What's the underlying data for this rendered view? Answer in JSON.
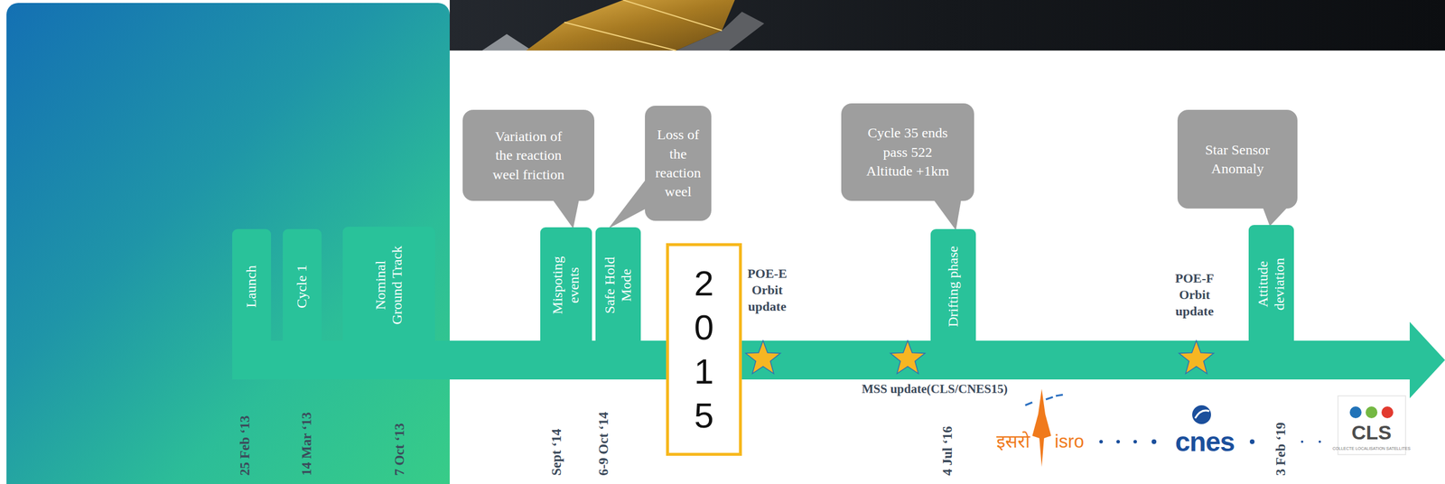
{
  "diagram": {
    "nodes": [
      {
        "text": [
          "Launch"
        ]
      },
      {
        "text": [
          "Cycle 1"
        ]
      },
      {
        "text": [
          "Nominal Ground Track"
        ]
      },
      {
        "text": [
          "Variation of the reaction weel friction"
        ]
      },
      {
        "text": [
          "Mispoting events"
        ]
      },
      {
        "text": [
          "Loss of the reaction weel"
        ]
      },
      {
        "text": [
          "Safe Hold Mode"
        ]
      },
      {
        "text": [
          "2 0 1 5"
        ]
      },
      {
        "text": [
          "Cycle 35 ends pass 522 Altitude +1km"
        ]
      },
      {
        "text": [
          "Drifting phase"
        ]
      },
      {
        "text": [
          "Star Sensor Anomaly"
        ]
      },
      {
        "text": [
          "Attitude deviation"
        ]
      }
    ],
    "labels": [
      "25 Feb ‘13",
      "14 Mar ‘13",
      "7 Oct ‘13",
      "Sept ‘14",
      "6-9 Oct ‘14",
      "POE-E Orbit update",
      "MSS update(CLS/CNES15)",
      "4 Jul ‘16",
      "इसरो",
      "isro",
      "POE-F Orbit update",
      "cnes",
      "3 Feb ‘19",
      "CLS",
      "COLLECTE LOCALISATION SATELLITES"
    ]
  }
}
